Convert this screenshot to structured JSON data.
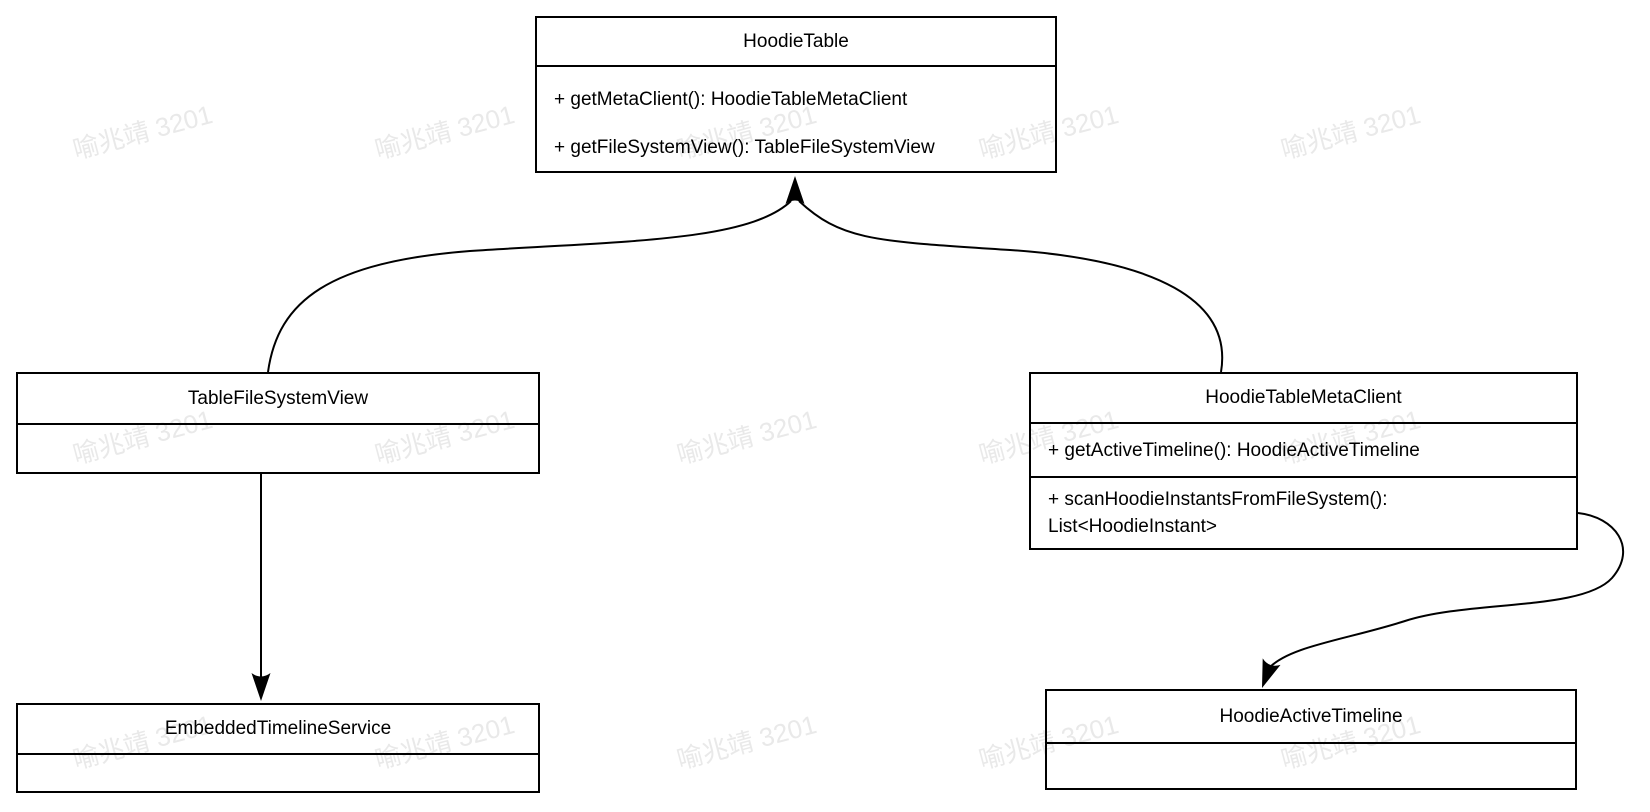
{
  "watermark": {
    "text": "喻兆靖 3201"
  },
  "colors": {
    "stroke": "#000000",
    "background": "#ffffff",
    "watermark": "#e9e9e9"
  },
  "classes": [
    {
      "name": "HoodieTable",
      "methods": [
        "+ getMetaClient(): HoodieTableMetaClient",
        "+ getFileSystemView(): TableFileSystemView"
      ]
    },
    {
      "name": "TableFileSystemView",
      "methods": []
    },
    {
      "name": "HoodieTableMetaClient",
      "methods": [
        "+ getActiveTimeline(): HoodieActiveTimeline",
        "+ scanHoodieInstantsFromFileSystem(): List<HoodieInstant>"
      ]
    },
    {
      "name": "EmbeddedTimelineService",
      "methods": []
    },
    {
      "name": "HoodieActiveTimeline",
      "methods": []
    }
  ],
  "edges": [
    {
      "from": "TableFileSystemView",
      "to": "HoodieTable"
    },
    {
      "from": "HoodieTableMetaClient",
      "to": "HoodieTable"
    },
    {
      "from": "TableFileSystemView",
      "to": "EmbeddedTimelineService"
    },
    {
      "from": "HoodieTableMetaClient",
      "to": "HoodieActiveTimeline"
    }
  ]
}
